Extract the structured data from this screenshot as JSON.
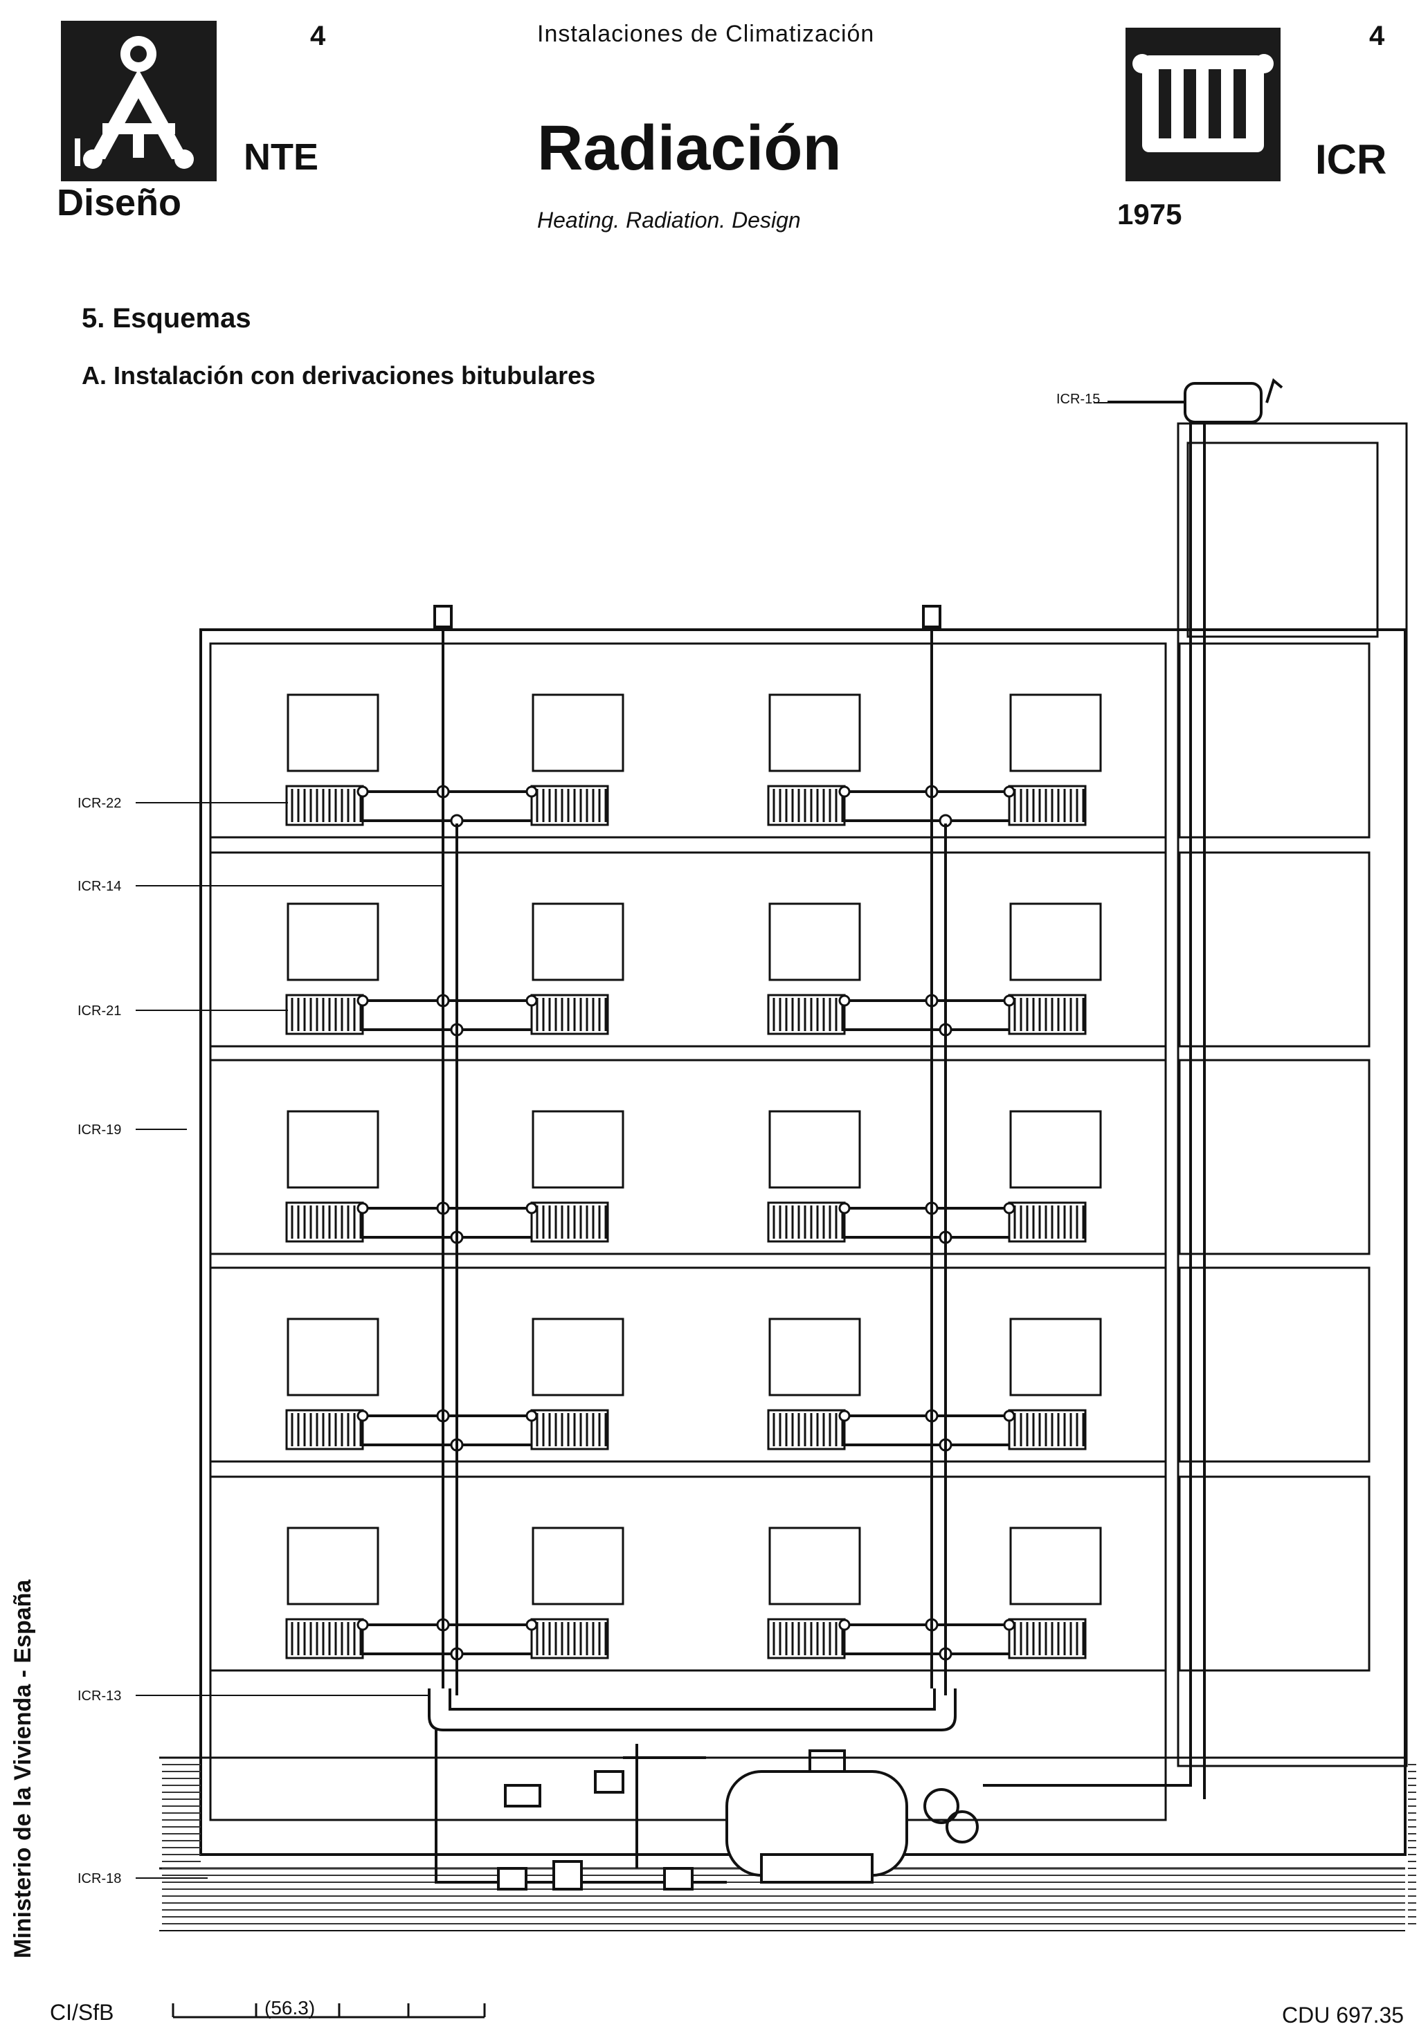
{
  "header": {
    "left_number": "4",
    "left_series": "NTE",
    "left_subtitle": "Diseño",
    "category": "Instalaciones de Climatización",
    "title": "Radiación",
    "english_title": "Heating. Radiation. Design",
    "right_number": "4",
    "right_code": "ICR",
    "year": "1975"
  },
  "section": {
    "heading": "5. Esquemas",
    "subheading": "A. Instalación con derivaciones bitubulares"
  },
  "diagram": {
    "labels": [
      "ICR-15",
      "ICR-22",
      "ICR-14",
      "ICR-21",
      "ICR-19",
      "ICR-13",
      "ICR-18"
    ]
  },
  "footer": {
    "side_text": "Ministerio de la Vivienda - España",
    "classification": "CI/SfB",
    "scale_code": "(56.3)",
    "cdu": "CDU 697.35"
  },
  "icons": [
    "compass-logo-icon",
    "radiator-logo-icon"
  ]
}
